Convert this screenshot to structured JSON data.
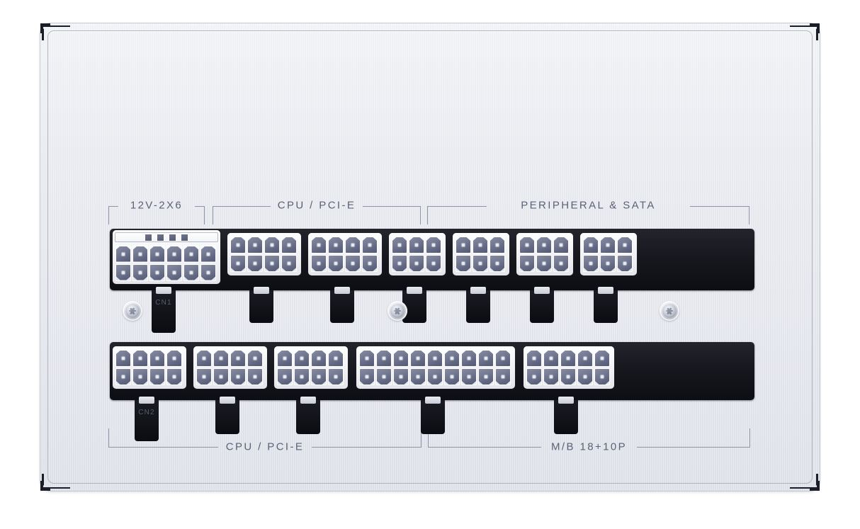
{
  "device": {
    "type": "power-supply-modular-panel",
    "finish_color": "#e8eaf0",
    "housing_color": "#15161c",
    "label_color": "#5b6277",
    "pin_color": "#6b7089"
  },
  "group_labels": {
    "twelve_v": "12V-2X6",
    "cpu_pcie_top": "CPU / PCI-E",
    "peripheral_sata": "PERIPHERAL & SATA",
    "cpu_pcie_bottom": "CPU / PCI-E",
    "mb": "M/B 18+10P"
  },
  "connector_ids": {
    "cn1": "CN1",
    "cn2": "CN2"
  },
  "top_row": [
    {
      "id": "12v-2x6",
      "group": "12V-2X6",
      "cols": 6,
      "rows": 2,
      "pins": 12,
      "sense_pins": 4,
      "cn": "CN1",
      "has_tab": true
    },
    {
      "id": "cpu-pcie-top-1",
      "group": "CPU / PCI-E",
      "cols": 4,
      "rows": 2,
      "pins": 8,
      "has_tab": true
    },
    {
      "id": "cpu-pcie-top-2",
      "group": "CPU / PCI-E",
      "cols": 4,
      "rows": 2,
      "pins": 8,
      "has_tab": true
    },
    {
      "id": "peripheral-1",
      "group": "PERIPHERAL & SATA",
      "cols": 3,
      "rows": 2,
      "pins": 6,
      "has_tab": true
    },
    {
      "id": "peripheral-2",
      "group": "PERIPHERAL & SATA",
      "cols": 3,
      "rows": 2,
      "pins": 6,
      "has_tab": true
    },
    {
      "id": "peripheral-3",
      "group": "PERIPHERAL & SATA",
      "cols": 3,
      "rows": 2,
      "pins": 6,
      "has_tab": true
    },
    {
      "id": "peripheral-4",
      "group": "PERIPHERAL & SATA",
      "cols": 3,
      "rows": 2,
      "pins": 6,
      "has_tab": true
    }
  ],
  "bottom_row": [
    {
      "id": "cpu-pcie-bot-1",
      "group": "CPU / PCI-E",
      "cols": 4,
      "rows": 2,
      "pins": 8,
      "cn": "CN2",
      "has_tab": true
    },
    {
      "id": "cpu-pcie-bot-2",
      "group": "CPU / PCI-E",
      "cols": 4,
      "rows": 2,
      "pins": 8,
      "has_tab": true
    },
    {
      "id": "cpu-pcie-bot-3",
      "group": "CPU / PCI-E",
      "cols": 4,
      "rows": 2,
      "pins": 8,
      "has_tab": true
    },
    {
      "id": "mb-18p",
      "group": "M/B 18+10P",
      "cols": 9,
      "rows": 2,
      "pins": 18,
      "has_tab": true
    },
    {
      "id": "mb-10p",
      "group": "M/B 18+10P",
      "cols": 5,
      "rows": 2,
      "pins": 10,
      "has_tab": true
    }
  ],
  "screws": [
    {
      "id": "screw-top-left"
    },
    {
      "id": "screw-top-mid"
    },
    {
      "id": "screw-top-right"
    }
  ],
  "counts": {
    "total_connectors": 12,
    "top_row_connectors": 7,
    "bottom_row_connectors": 5,
    "screws": 3
  }
}
